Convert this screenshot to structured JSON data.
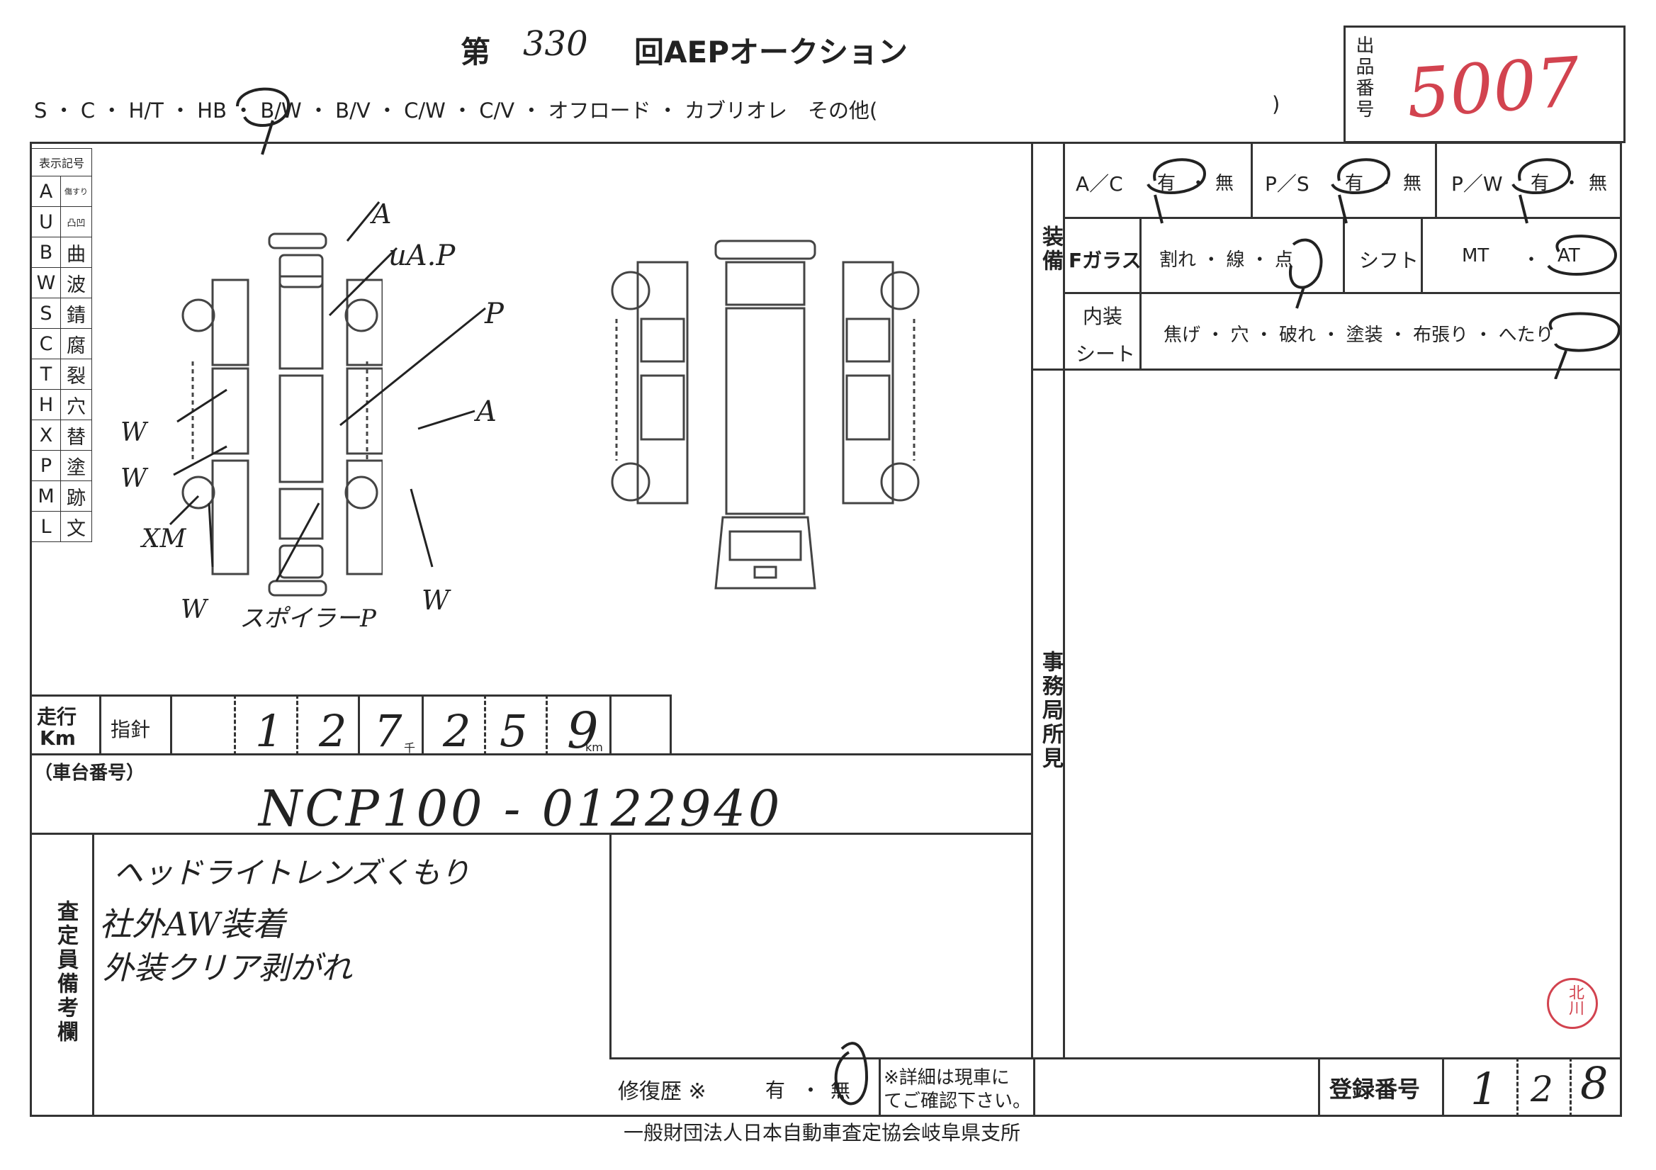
{
  "header": {
    "title_prefix": "第",
    "auction_no": "330",
    "title_suffix": "回AEPオークション",
    "body_types": "S ・ C ・ H/T ・ HB ・ B/W ・ B/V ・ C/W ・ C/V ・ オフロード ・ カブリオレ　その他(",
    "body_types_close": ")",
    "exhibit_label": "出品番号",
    "exhibit_no": "5007"
  },
  "legend": {
    "title": "表示記号",
    "rows": [
      {
        "code": "A",
        "meaning": "傷すり"
      },
      {
        "code": "U",
        "meaning": "凸凹"
      },
      {
        "code": "B",
        "meaning": "曲"
      },
      {
        "code": "W",
        "meaning": "波"
      },
      {
        "code": "S",
        "meaning": "錆"
      },
      {
        "code": "C",
        "meaning": "腐"
      },
      {
        "code": "T",
        "meaning": "裂"
      },
      {
        "code": "H",
        "meaning": "穴"
      },
      {
        "code": "X",
        "meaning": "替"
      },
      {
        "code": "P",
        "meaning": "塗"
      },
      {
        "code": "M",
        "meaning": "跡"
      },
      {
        "code": "L",
        "meaning": "文"
      }
    ]
  },
  "diagram_marks": {
    "a1": "A",
    "ua_p": "uA.P",
    "p1": "P",
    "a2": "A",
    "w1": "W",
    "w2": "W",
    "xm": "XM",
    "w3": "W",
    "w4": "W",
    "spoiler": "スポイラーP"
  },
  "equipment": {
    "label": "装備",
    "ac_label": "A／C",
    "ps_label": "P／S",
    "pw_label": "P／W",
    "yes": "有",
    "dot": "・",
    "no": "無",
    "fglass_label": "Fガラス",
    "fglass_options": "割れ ・ 線 ・ 点",
    "shift_label": "シフト",
    "mt": "MT",
    "at": "AT",
    "interior_label_1": "内装",
    "interior_label_2": "シート",
    "interior_options": "焦げ ・ 穴 ・ 破れ ・ 塗装 ・ 布張り ・ へたり"
  },
  "office": {
    "label": "事務局所見"
  },
  "mileage": {
    "label_1": "走行",
    "label_2": "Km",
    "indicator": "指針",
    "digits": [
      "1",
      "2",
      "7",
      "2",
      "5",
      "9"
    ],
    "thousand_unit": "千",
    "km_unit": "km"
  },
  "chassis": {
    "label": "（車台番号）",
    "value": "NCP100 - 0122940"
  },
  "remarks": {
    "label": "査定員備考欄",
    "lines": [
      "ヘッドライトレンズくもり",
      "社外AW装着",
      "外装クリア剥がれ"
    ]
  },
  "repair": {
    "label": "修復歴 ※",
    "yes": "有",
    "dot": "・",
    "no": "無",
    "note_1": "※詳細は現車に",
    "note_2": "てご確認下さい。"
  },
  "registration": {
    "label": "登録番号",
    "digits": [
      "1",
      "2",
      "8"
    ]
  },
  "footer": {
    "org": "一般財団法人日本自動車査定協会岐阜県支所"
  },
  "stamp": {
    "text": "北川"
  }
}
